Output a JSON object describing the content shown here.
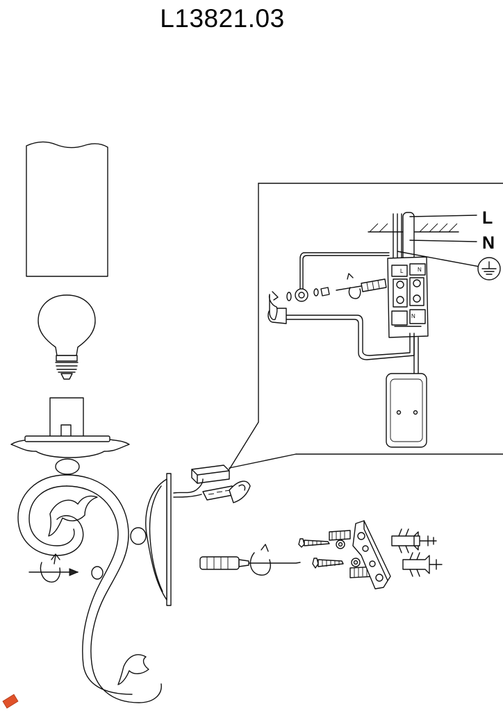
{
  "model_code": "L13821.03",
  "wiring": {
    "live_label": "L",
    "neutral_label": "N",
    "terminal_live_mark": "L",
    "terminal_neutral_mark": "N",
    "earth_symbol": "earth-ground-icon"
  },
  "icons": [
    "glass-shade",
    "globe-bulb",
    "lamp-holder",
    "decorative-arm",
    "wall-plate",
    "mounting-bracket",
    "screw",
    "wall-plug",
    "screwdriver",
    "rotate-arrow-icon",
    "earth-ground-icon",
    "terminal-block",
    "junction-box"
  ]
}
